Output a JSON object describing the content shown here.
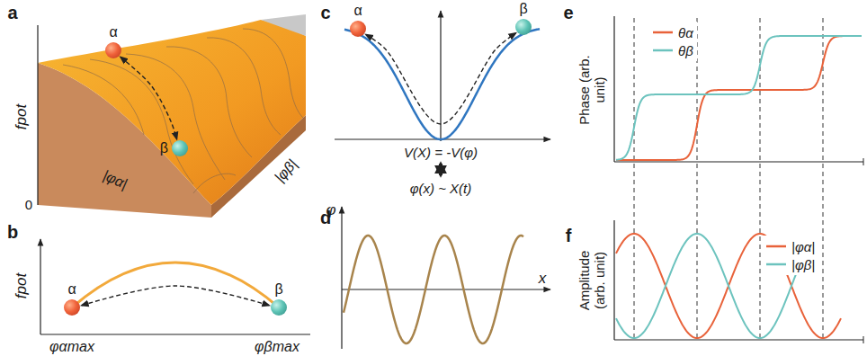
{
  "diagram": {
    "nodes": [
      {
        "text": [
          "α"
        ]
      },
      {
        "text": [
          "β"
        ]
      },
      {
        "text": [
          "α"
        ]
      },
      {
        "text": [
          "β"
        ]
      },
      {
        "text": [
          "α"
        ]
      },
      {
        "text": [
          "β"
        ]
      }
    ],
    "edges": [
      {
        "from": 0,
        "to": 1,
        "arrow": "both"
      },
      {
        "from": 2,
        "to": 3,
        "arrow": "both"
      },
      {
        "from": 4,
        "to": 5,
        "arrow": "both"
      }
    ],
    "labels": [
      "a",
      "fpot",
      "|φα|",
      "|φβ|",
      "0",
      "b",
      "fpot",
      "φαmax",
      "φβmax",
      "c",
      "V(X) = -V(φ)",
      "φ(x) ~ X(t)",
      "d",
      "φ",
      "x",
      "e",
      "Phase (arb. unit)",
      "f",
      "Amplitude (arb. unit)"
    ],
    "legend": [
      {
        "text": "θα"
      },
      {
        "text": "θβ"
      },
      {
        "text": "|φα|"
      },
      {
        "text": "|φβ|"
      }
    ]
  }
}
